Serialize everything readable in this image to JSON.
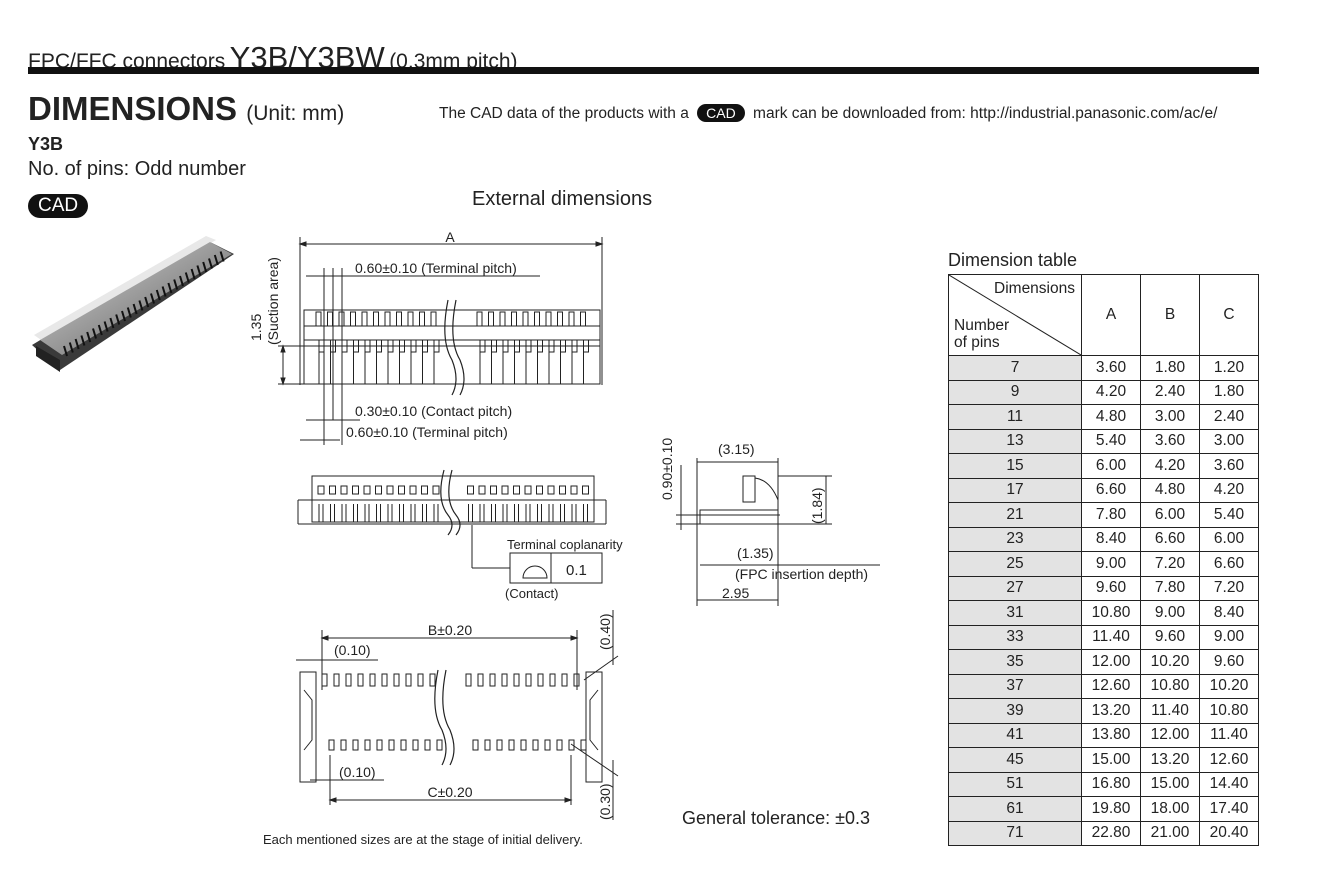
{
  "header": {
    "prefix": "FPC/FFC connectors",
    "model": "Y3B/Y3BW",
    "pitch": "(0.3mm pitch)"
  },
  "section": {
    "title": "DIMENSIONS",
    "unit": "(Unit: mm)",
    "cad_note_before": "The CAD data of the products with a",
    "cad_badge": "CAD",
    "cad_note_after": "mark can be downloaded from: http://industrial.panasonic.com/ac/e/",
    "model": "Y3B",
    "pins_note": "No. of pins: Odd number",
    "cad_mark": "CAD",
    "external_title": "External dimensions"
  },
  "drawing": {
    "top_a": "A",
    "terminal_pitch_top": "0.60±0.10 (Terminal pitch)",
    "suction_value": "1.35",
    "suction_label": "(Suction area)",
    "contact_pitch": "0.30±0.10 (Contact pitch)",
    "terminal_pitch_bottom": "0.60±0.10 (Terminal pitch)",
    "coplanarity_label": "Terminal coplanarity",
    "coplanarity_value": "0.1",
    "contact_label": "(Contact)",
    "b_dim": "B±0.20",
    "b_offset": "(0.10)",
    "top_pad": "(0.40)",
    "c_offset": "(0.10)",
    "c_dim": "C±0.20",
    "bottom_pad": "(0.30)",
    "side_height": "0.90±0.10",
    "side_width": "(3.15)",
    "side_total_height": "(1.84)",
    "insertion_value": "(1.35)",
    "insertion_label": "(FPC insertion depth)",
    "side_depth": "2.95"
  },
  "table": {
    "title": "Dimension table",
    "corner_top": "Dimensions",
    "corner_bottom_1": "Number",
    "corner_bottom_2": "of pins",
    "col_a": "A",
    "col_b": "B",
    "col_c": "C",
    "rows": [
      [
        "7",
        "3.60",
        "1.80",
        "1.20"
      ],
      [
        "9",
        "4.20",
        "2.40",
        "1.80"
      ],
      [
        "11",
        "4.80",
        "3.00",
        "2.40"
      ],
      [
        "13",
        "5.40",
        "3.60",
        "3.00"
      ],
      [
        "15",
        "6.00",
        "4.20",
        "3.60"
      ],
      [
        "17",
        "6.60",
        "4.80",
        "4.20"
      ],
      [
        "21",
        "7.80",
        "6.00",
        "5.40"
      ],
      [
        "23",
        "8.40",
        "6.60",
        "6.00"
      ],
      [
        "25",
        "9.00",
        "7.20",
        "6.60"
      ],
      [
        "27",
        "9.60",
        "7.80",
        "7.20"
      ],
      [
        "31",
        "10.80",
        "9.00",
        "8.40"
      ],
      [
        "33",
        "11.40",
        "9.60",
        "9.00"
      ],
      [
        "35",
        "12.00",
        "10.20",
        "9.60"
      ],
      [
        "37",
        "12.60",
        "10.80",
        "10.20"
      ],
      [
        "39",
        "13.20",
        "11.40",
        "10.80"
      ],
      [
        "41",
        "13.80",
        "12.00",
        "11.40"
      ],
      [
        "45",
        "15.00",
        "13.20",
        "12.60"
      ],
      [
        "51",
        "16.80",
        "15.00",
        "14.40"
      ],
      [
        "61",
        "19.80",
        "18.00",
        "17.40"
      ],
      [
        "71",
        "22.80",
        "21.00",
        "20.40"
      ]
    ]
  },
  "tolerance": "General tolerance: ±0.3",
  "footnote": "Each mentioned sizes are at the stage of initial delivery."
}
